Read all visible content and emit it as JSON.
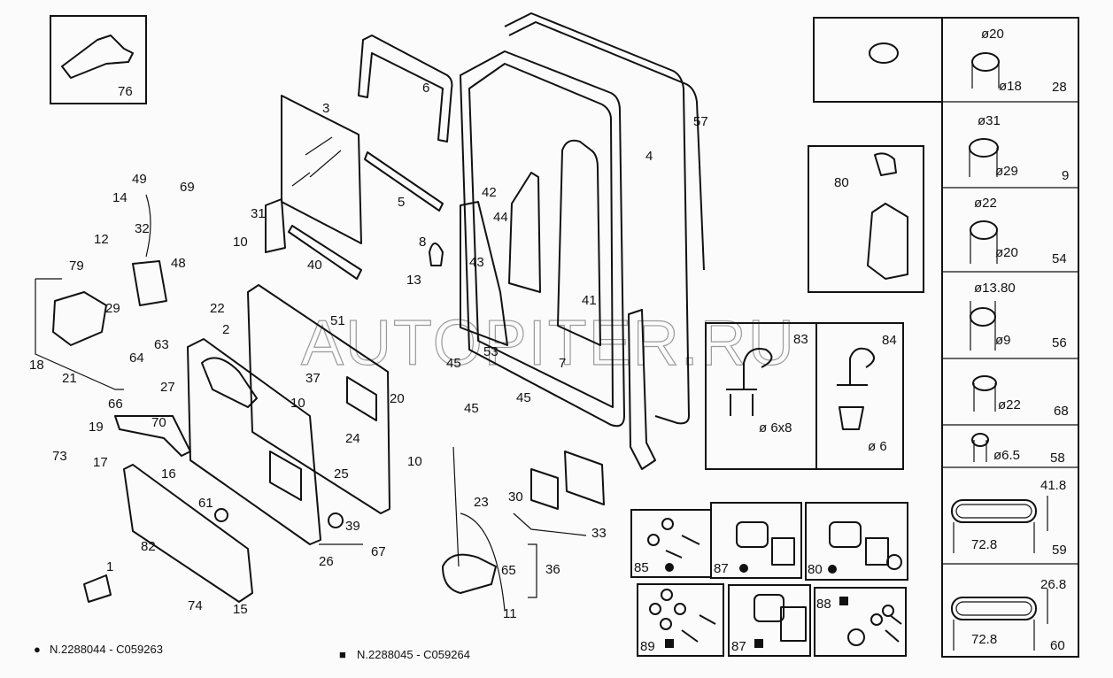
{
  "watermark": "AUTOPITER.RU",
  "callouts": {
    "c76": "76",
    "c3": "3",
    "c6": "6",
    "c57": "57",
    "c4": "4",
    "c49": "49",
    "c69": "69",
    "c14": "14",
    "c5": "5",
    "c42": "42",
    "c44": "44",
    "c31": "31",
    "c32": "32",
    "c10a": "10",
    "c8": "8",
    "c12": "12",
    "c48": "48",
    "c40": "40",
    "c43": "43",
    "c79": "79",
    "c13": "13",
    "c29": "29",
    "c22": "22",
    "c51": "51",
    "c41": "41",
    "c2": "2",
    "c63": "63",
    "c64": "64",
    "c18": "18",
    "c21": "21",
    "c45a": "45",
    "c53": "53",
    "c7": "7",
    "c37": "37",
    "c10b": "10",
    "c20": "20",
    "c27": "27",
    "c66": "66",
    "c70": "70",
    "c45b": "45",
    "c45c": "45",
    "c19": "19",
    "c73": "73",
    "c17": "17",
    "c16": "16",
    "c24": "24",
    "c25": "25",
    "c10c": "10",
    "c23": "23",
    "c30": "30",
    "c33": "33",
    "c61": "61",
    "c39": "39",
    "c82": "82",
    "c26": "26",
    "c67": "67",
    "c36": "36",
    "c65": "65",
    "c1": "1",
    "c74": "74",
    "c15": "15",
    "c11": "11",
    "c80": "80",
    "c83": "83",
    "c84": "84",
    "c85": "85",
    "c87a": "87",
    "c80b": "80",
    "c89": "89",
    "c87b": "87",
    "c88": "88"
  },
  "plugs": [
    {
      "ref": "28",
      "dia_top": "ø20",
      "dia_bottom": "ø18"
    },
    {
      "ref": "9",
      "dia_top": "ø31",
      "dia_bottom": "ø29"
    },
    {
      "ref": "54",
      "dia_top": "ø22",
      "dia_bottom": "ø20"
    },
    {
      "ref": "56",
      "dia_top": "ø13.80",
      "dia_bottom": "ø9"
    },
    {
      "ref": "68",
      "dia_bottom": "ø22"
    },
    {
      "ref": "58",
      "dia_bottom": "ø6.5"
    },
    {
      "ref": "59",
      "height": "41.8",
      "length": "72.8"
    },
    {
      "ref": "60",
      "height": "26.8",
      "length": "72.8"
    }
  ],
  "hook_dims": {
    "h83": "ø 6x8",
    "h84": "ø 6"
  },
  "legend": {
    "circle": {
      "symbol": "●",
      "text": "N.2288044 - C059263"
    },
    "square": {
      "symbol": "■",
      "text": "N.2288045 - C059264"
    }
  }
}
